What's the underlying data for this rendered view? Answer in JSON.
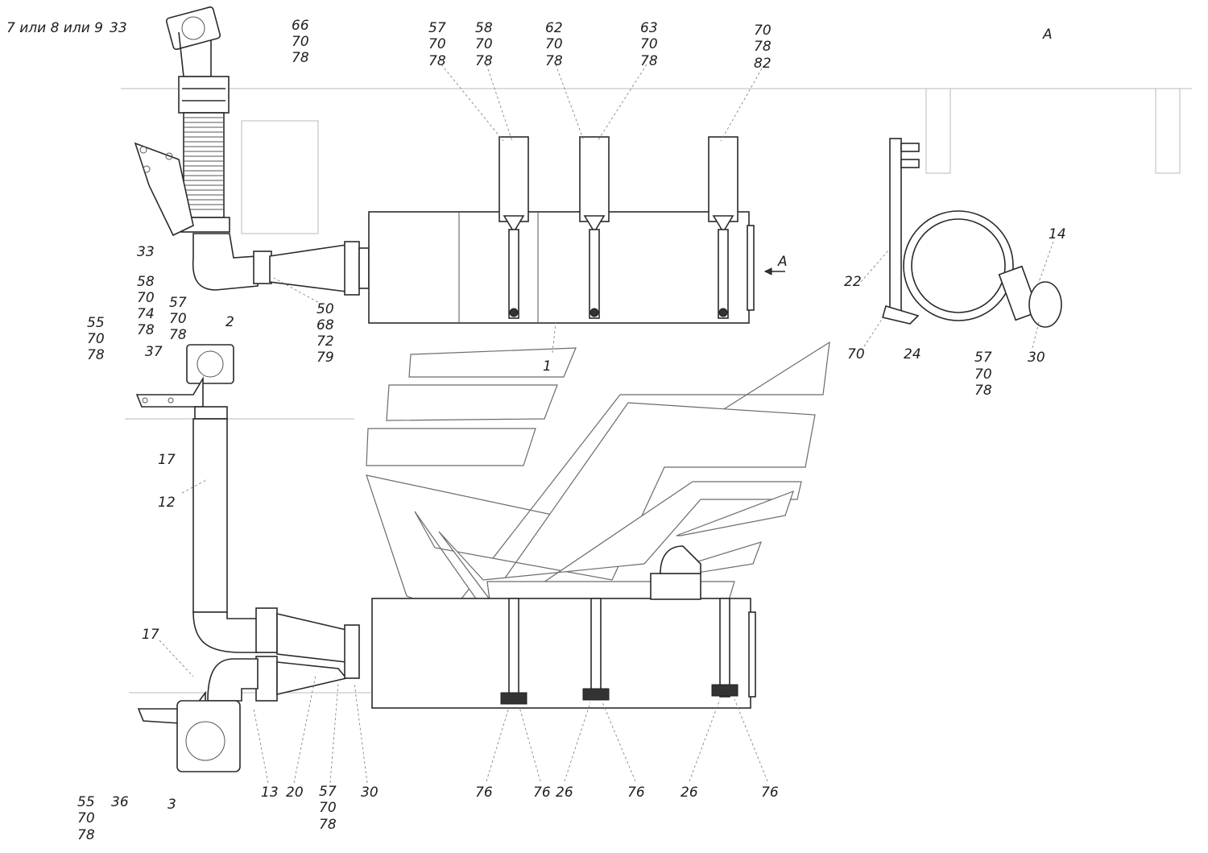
{
  "drawing": {
    "variant_note": "7 или 8 или 9",
    "view_label": "A",
    "view_arrow_label": "A"
  },
  "callouts": {
    "c33_top": "33",
    "c66": "66",
    "c70_a": "70",
    "c78_a": "78",
    "c57_b": "57",
    "c70_b": "70",
    "c78_b": "78",
    "c58_c": "58",
    "c70_c": "70",
    "c78_c": "78",
    "c62": "62",
    "c70_d": "70",
    "c78_d": "78",
    "c63": "63",
    "c70_e": "70",
    "c78_e": "78",
    "c70_f": "70",
    "c78_f": "78",
    "c82": "82",
    "c33_mid": "33",
    "c58_g": "58",
    "c70_g": "70",
    "c74": "74",
    "c78_g": "78",
    "c57_h": "57",
    "c70_h": "70",
    "c78_h": "78",
    "c55_i": "55",
    "c70_i": "70",
    "c78_i": "78",
    "c2": "2",
    "c37": "37",
    "c50": "50",
    "c68": "68",
    "c72": "72",
    "c79": "79",
    "c1": "1",
    "c17_top": "17",
    "c12": "12",
    "c17_bot": "17",
    "c22": "22",
    "c14": "14",
    "c70_side": "70",
    "c24": "24",
    "c57_side": "57",
    "c70_side2": "70",
    "c78_side": "78",
    "c30_side": "30",
    "c13": "13",
    "c20": "20",
    "c57_bot": "57",
    "c70_bot": "70",
    "c78_bot": "78",
    "c30_bot": "30",
    "c55_bot": "55",
    "c70_bot2": "70",
    "c78_bot2": "78",
    "c36": "36",
    "c3": "3",
    "c76_a": "76",
    "c76_b": "76",
    "c26_a": "26",
    "c76_c": "76",
    "c26_b": "26",
    "c76_d": "76"
  }
}
